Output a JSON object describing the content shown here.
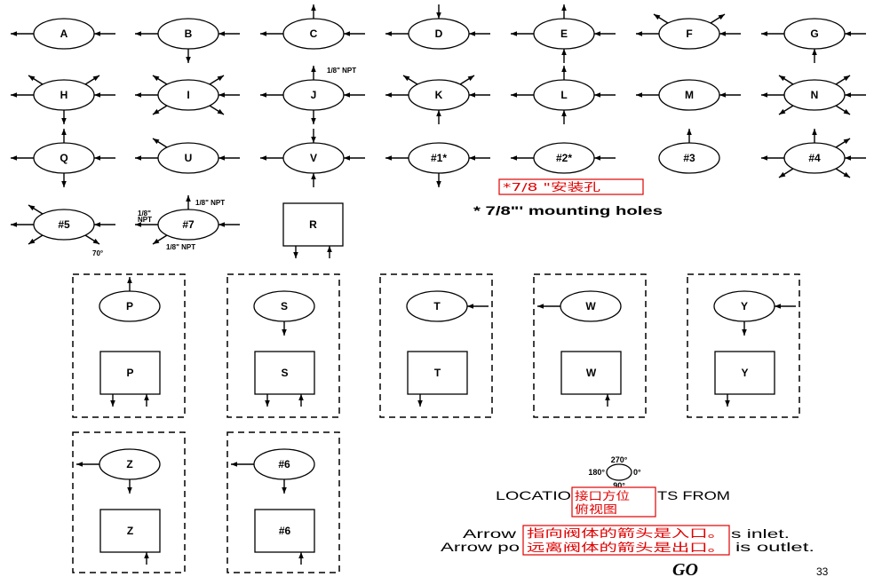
{
  "port_layouts": [
    [
      "A",
      "B",
      "C",
      "D",
      "E",
      "F",
      "G"
    ],
    [
      "H",
      "I",
      "J",
      "K",
      "L",
      "M",
      "N"
    ],
    [
      "Q",
      "U",
      "V",
      "#1*",
      "#2*",
      "#3",
      "#4"
    ],
    [
      "#5",
      "#7"
    ]
  ],
  "body_layout": "R",
  "boxed_layouts": [
    {
      "top_view": "P",
      "body": "P"
    },
    {
      "top_view": "S",
      "body": "S"
    },
    {
      "top_view": "T",
      "body": "T"
    },
    {
      "top_view": "W",
      "body": "W"
    },
    {
      "top_view": "Y",
      "body": "Y"
    },
    {
      "top_view": "Z",
      "body": "Z"
    },
    {
      "top_view": "#6",
      "body": "#6"
    }
  ],
  "callouts": {
    "j_top": "1/8\" NPT",
    "seven_top": "1/8\" NPT",
    "seven_left_size": "1/8\"",
    "seven_left_thread": "NPT",
    "seven_bottom": "1/8\" NPT",
    "five_angle": "70°"
  },
  "mounting_holes": {
    "note_cn": "*7/8 \"安装孔",
    "note_en": "* 7/8\"' mounting holes"
  },
  "legend": {
    "compass": {
      "top": "270°",
      "left": "180°",
      "right": "0°",
      "bottom": "90°"
    },
    "heading_start": "LOCATIO",
    "heading_end": "TS FROM",
    "heading_cn": [
      "接口方位",
      "俯视图"
    ],
    "inlet_start": "Arrow",
    "inlet_end": "s inlet.",
    "outlet_start": "Arrow po",
    "outlet_end": "is outlet.",
    "rule_cn": [
      "指向阀体的箭头是入口。",
      "远离阀体的箭头是出口。"
    ]
  },
  "colors": {
    "annotation": "#e00000",
    "line": "#000000"
  },
  "footer": {
    "logo": "GO",
    "page": "33"
  }
}
